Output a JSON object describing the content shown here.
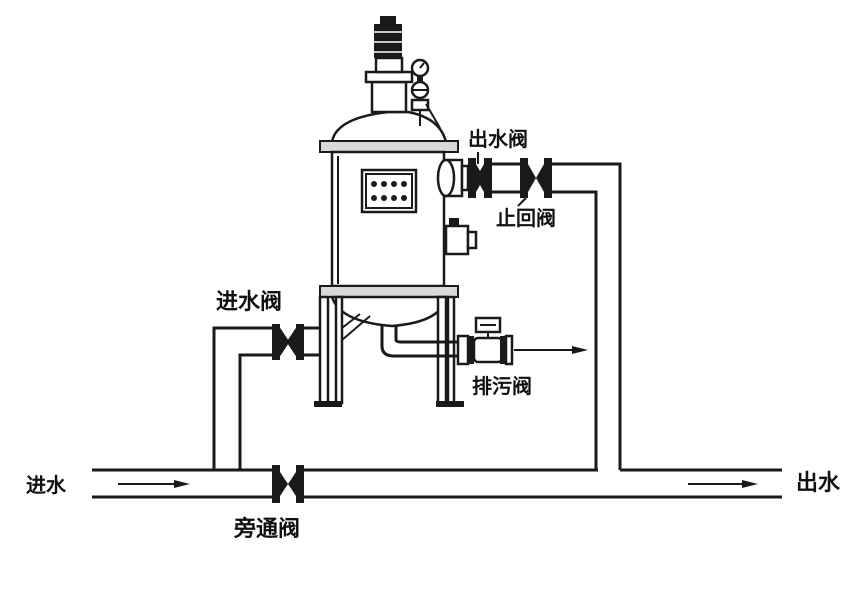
{
  "labels": {
    "inlet_water": "进水",
    "outlet_water": "出水",
    "inlet_valve": "进水阀",
    "outlet_valve": "出水阀",
    "check_valve": "止回阀",
    "drain_valve": "排污阀",
    "bypass_valve": "旁通阀"
  },
  "colors": {
    "line": "#1a1a1a",
    "background": "#ffffff",
    "body_gray": "#d9d9d9"
  },
  "icons": [
    "motor-icon",
    "pressure-gauge-icon",
    "gate-valve-icon",
    "check-valve-icon",
    "control-panel-icon",
    "flow-arrow-icon"
  ]
}
